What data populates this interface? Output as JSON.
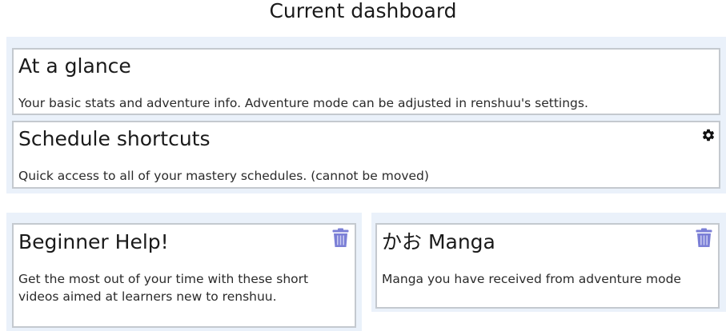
{
  "header": {
    "title": "Current dashboard"
  },
  "widgets": {
    "at_a_glance": {
      "title": "At a glance",
      "description": "Your basic stats and adventure info. Adventure mode can be adjusted in renshuu's settings."
    },
    "schedule_shortcuts": {
      "title": "Schedule shortcuts",
      "description": "Quick access to all of your mastery schedules. (cannot be moved)",
      "icon": "gear-icon"
    },
    "beginner_help": {
      "title": "Beginner Help!",
      "description": "Get the most out of your time with these short videos aimed at learners new to renshuu.",
      "icon": "trash-icon"
    },
    "manga": {
      "title": "かお Manga",
      "description": "Manga you have received from adventure mode",
      "icon": "trash-icon"
    }
  },
  "colors": {
    "group_background": "#eaf1fa",
    "card_border": "#c4c9cf",
    "trash_icon": "#7b7fd6",
    "gear_icon": "#111111"
  }
}
